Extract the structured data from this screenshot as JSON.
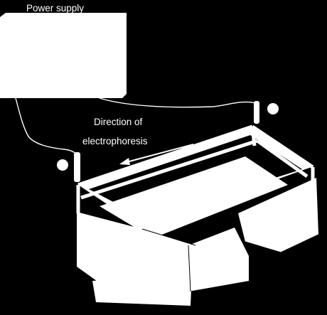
{
  "labels": {
    "power_supply": "Power supply",
    "direction_line1": "Direction of",
    "direction_line2": "electrophoresis"
  },
  "colors": {
    "background": "#000000",
    "foreground": "#ffffff"
  }
}
